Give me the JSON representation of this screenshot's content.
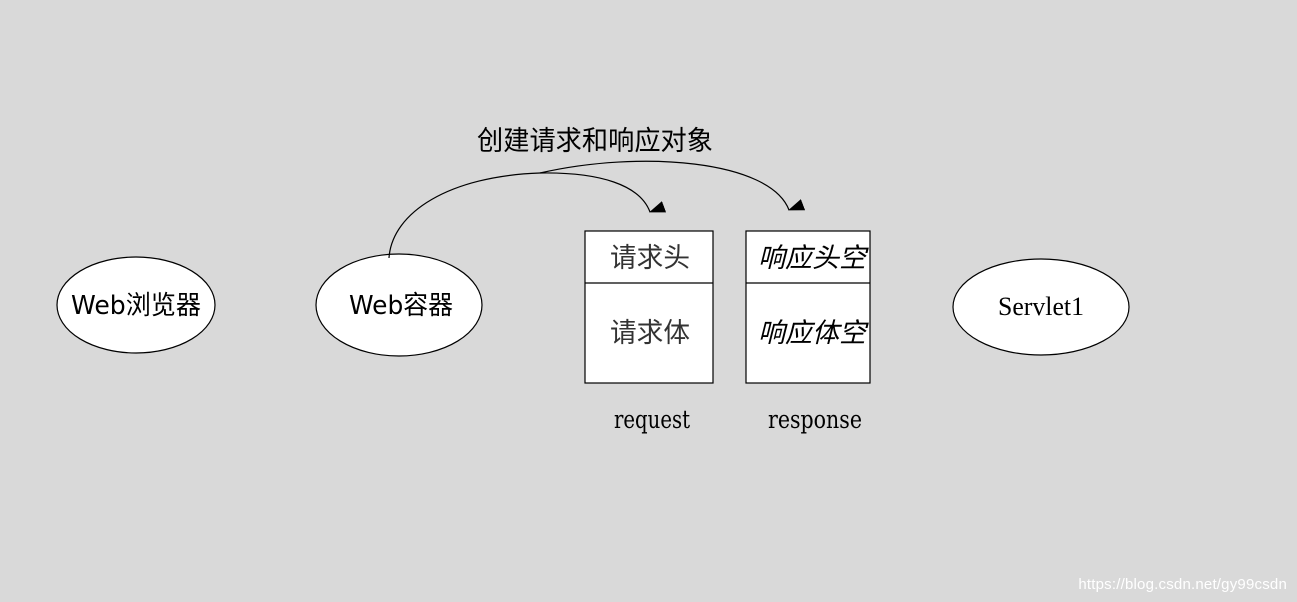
{
  "nodes": {
    "browser": "Web浏览器",
    "container": "Web容器",
    "servlet": "Servlet1"
  },
  "edge_label": "创建请求和响应对象",
  "request_box": {
    "header": "请求头",
    "body": "请求体",
    "label": "request"
  },
  "response_box": {
    "header": "响应头空",
    "body": "响应体空",
    "label": "response"
  },
  "watermark": "https://blog.csdn.net/gy99csdn"
}
